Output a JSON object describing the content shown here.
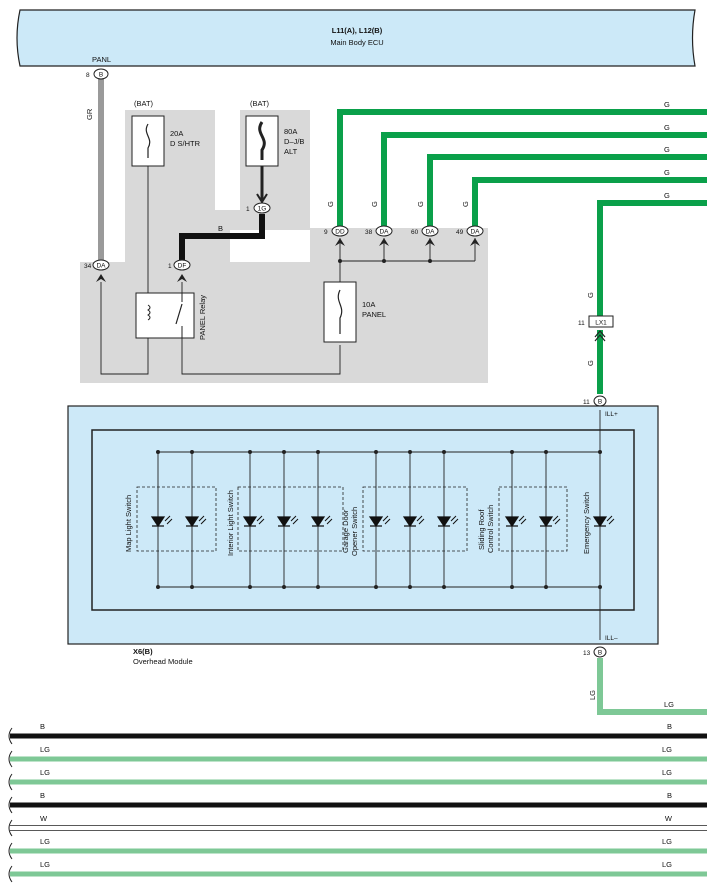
{
  "ecu": {
    "title": "L11(A), L12(B)",
    "subtitle": "Main Body ECU",
    "pin_label": "PANL",
    "pin_number": "8",
    "connector": "B"
  },
  "fuses": [
    {
      "source": "(BAT)",
      "rating": "20A",
      "name": "D S/HTR",
      "extra": ""
    },
    {
      "source": "(BAT)",
      "rating": "80A",
      "name": "D–J/B",
      "extra": "ALT"
    },
    {
      "source": "",
      "rating": "10A",
      "name": "PANEL",
      "extra": ""
    }
  ],
  "relay": {
    "label": "PANEL Relay"
  },
  "connectors": [
    {
      "pin": "34",
      "code": "DA"
    },
    {
      "pin": "1",
      "code": "DF"
    },
    {
      "pin": "1",
      "code": "1G"
    },
    {
      "pin": "9",
      "code": "DD"
    },
    {
      "pin": "38",
      "code": "DA"
    },
    {
      "pin": "60",
      "code": "DA"
    },
    {
      "pin": "49",
      "code": "DA"
    },
    {
      "pin": "11",
      "code": "LX1"
    },
    {
      "pin": "11",
      "code": "B"
    },
    {
      "pin": "13",
      "code": "B"
    }
  ],
  "wire_colors": {
    "gr": "GR",
    "b": "B",
    "g": "G",
    "lg": "LG",
    "w": "W"
  },
  "module": {
    "title": "X6(B)",
    "subtitle": "Overhead Module",
    "ill_plus": "ILL+",
    "ill_minus": "ILL–",
    "switches": [
      {
        "lines": [
          "Map Light Switch"
        ]
      },
      {
        "lines": [
          "Interior Light Switch"
        ]
      },
      {
        "lines": [
          "Garage Door",
          "Opener Switch"
        ]
      },
      {
        "lines": [
          "Sliding Roof",
          "Control Switch"
        ]
      },
      {
        "lines": [
          "Emergency Switch"
        ]
      }
    ]
  },
  "bottom_wires": [
    "B",
    "LG",
    "LG",
    "B",
    "W",
    "LG",
    "LG"
  ],
  "colors": {
    "ecu_fill": "#cce9f8",
    "junction_block": "#d9d9d9",
    "wire_green": "#0aa04a",
    "wire_lightgreen": "#7ec896",
    "wire_gray": "#9a9a9a",
    "wire_black": "#111111",
    "module_fill": "#cde9f8"
  }
}
